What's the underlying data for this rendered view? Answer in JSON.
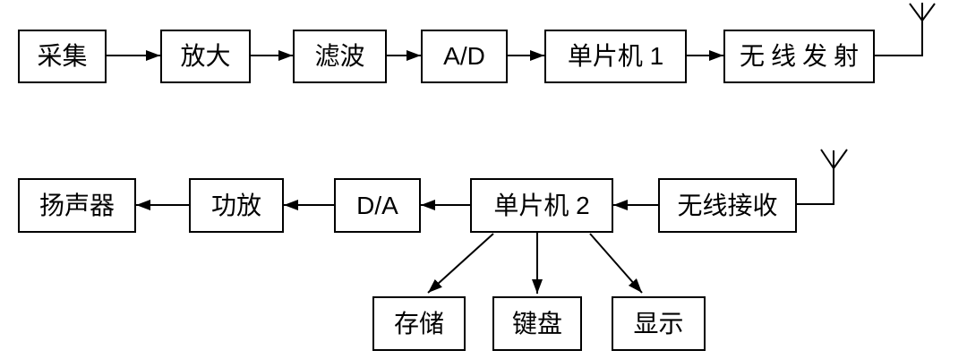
{
  "diagram": {
    "type": "block-diagram",
    "description_edges": [
      {
        "from": "acquisition",
        "to": "amplifier"
      },
      {
        "from": "amplifier",
        "to": "filter"
      },
      {
        "from": "filter",
        "to": "adc"
      },
      {
        "from": "adc",
        "to": "mcu1"
      },
      {
        "from": "mcu1",
        "to": "rf_transmit"
      },
      {
        "from": "rf_transmit",
        "to": "transmit_antenna"
      },
      {
        "from": "receive_antenna",
        "to": "rf_receive"
      },
      {
        "from": "rf_receive",
        "to": "mcu2"
      },
      {
        "from": "mcu2",
        "to": "dac"
      },
      {
        "from": "dac",
        "to": "power_amp"
      },
      {
        "from": "power_amp",
        "to": "speaker"
      },
      {
        "from": "mcu2",
        "to": "storage"
      },
      {
        "from": "mcu2",
        "to": "keyboard"
      },
      {
        "from": "mcu2",
        "to": "display"
      }
    ]
  },
  "nodes": {
    "acquisition": {
      "label": "采集"
    },
    "amplifier": {
      "label": "放大"
    },
    "filter": {
      "label": "滤波"
    },
    "adc": {
      "label": "A/D"
    },
    "mcu1": {
      "label": "单片机 1"
    },
    "rf_transmit": {
      "label": "无线发射"
    },
    "speaker": {
      "label": "扬声器"
    },
    "power_amp": {
      "label": "功放"
    },
    "dac": {
      "label": "D/A"
    },
    "mcu2": {
      "label": "单片机 2"
    },
    "rf_receive": {
      "label": "无线接收"
    },
    "storage": {
      "label": "存储"
    },
    "keyboard": {
      "label": "键盘"
    },
    "display": {
      "label": "显示"
    }
  },
  "colors": {
    "line": "#000000",
    "text": "#000000",
    "background": "#ffffff"
  }
}
